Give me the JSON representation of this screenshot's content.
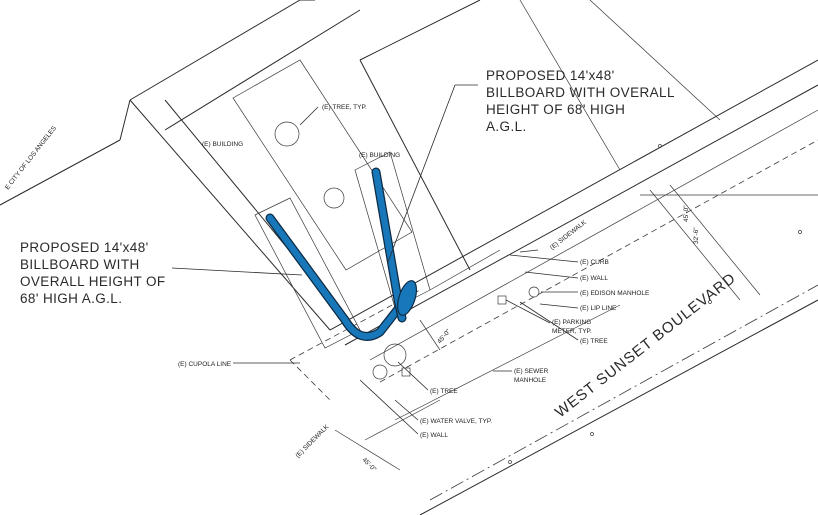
{
  "city_line": "E CITY OF LOS ANGELES",
  "callouts": {
    "billboard_upper": [
      "PROPOSED 14'x48'",
      "BILLBOARD WITH OVERALL",
      "HEIGHT OF 68' HIGH",
      "A.G.L."
    ],
    "billboard_left": [
      "PROPOSED 14'x48'",
      "BILLBOARD WITH",
      "OVERALL HEIGHT OF",
      "68' HIGH A.G.L."
    ]
  },
  "labels": {
    "tree_typ": "(E) TREE, TYP.",
    "building_left": "(E) BUILDING",
    "building_right": "(E) BUILDING",
    "sidewalk_upper": "(E) SIDEWALK",
    "sidewalk_lower": "(E) SIDEWALK",
    "curb": "(E) CURB",
    "wall_right": "(E) WALL",
    "edison_manhole": "(E) EDISON MANHOLE",
    "lip_line": "(E) LIP LINE",
    "parking_meter": [
      "(E) PARKING",
      "METER, TYP."
    ],
    "tree_right": "(E) TREE",
    "cupola_line": "(E) CUPOLA LINE",
    "sewer_manhole": [
      "(E) SEWER",
      "MANHOLE"
    ],
    "tree_bottom": "(E) TREE",
    "water_valve": "(E) WATER VALVE, TYP.",
    "wall_bottom": "(E) WALL"
  },
  "street_name": "WEST SUNSET BOULEVARD",
  "dimensions": {
    "d_right_1": "45'-0\"",
    "d_right_2": "32'-6\"",
    "d_mid": "45'-0\"",
    "d_bottom": "45'-0\""
  },
  "colors": {
    "billboard": "#1877b8",
    "billboard_edge": "#0d2b44",
    "linework": "#2b2b2b"
  }
}
